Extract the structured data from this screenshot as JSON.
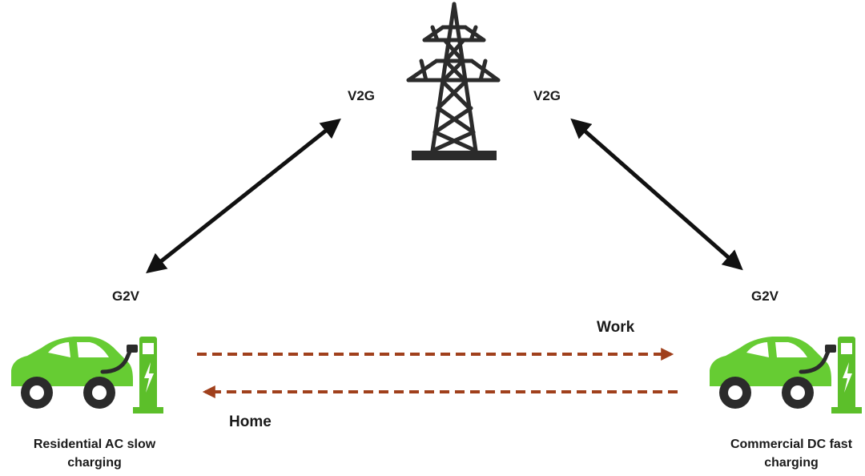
{
  "labels": {
    "v2g_left": "V2G",
    "v2g_right": "V2G",
    "g2v_left": "G2V",
    "g2v_right": "G2V",
    "work": "Work",
    "home": "Home"
  },
  "captions": {
    "residential": {
      "line1": "Residential AC slow",
      "line2": "charging"
    },
    "commercial": {
      "line1": "Commercial DC fast",
      "line2": "charging"
    }
  },
  "colors": {
    "car_green": "#66cc33",
    "charger_green": "#5cbf2a",
    "tower": "#2b2b2b",
    "arrow_black": "#111111",
    "commute_arrow": "#a0401c"
  },
  "icons": {
    "grid": "transmission-tower-icon",
    "vehicle": "electric-car-icon",
    "charger": "charging-station-icon"
  }
}
